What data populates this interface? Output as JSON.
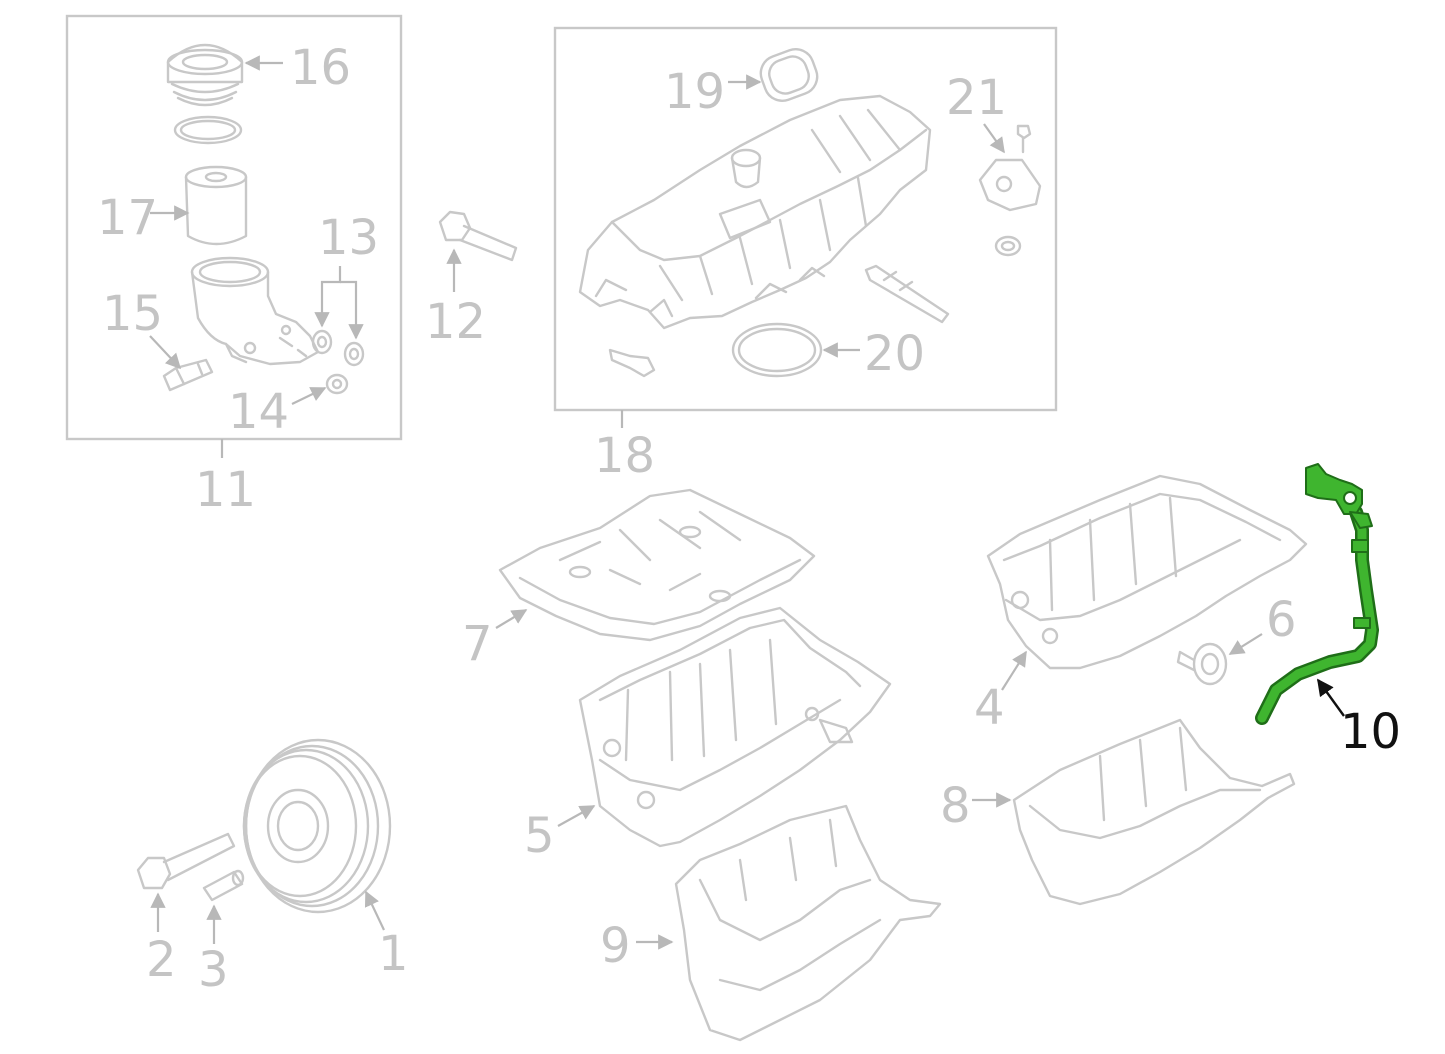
{
  "diagram": {
    "highlight_color": "#3fb52f",
    "highlight_label_color": "#111111",
    "muted_color": "#c4c4c4",
    "callouts": {
      "p1": "1",
      "p2": "2",
      "p3": "3",
      "p4": "4",
      "p5": "5",
      "p6": "6",
      "p7": "7",
      "p8": "8",
      "p9": "9",
      "p10": "10",
      "p11": "11",
      "p12": "12",
      "p13": "13",
      "p14": "14",
      "p15": "15",
      "p16": "16",
      "p17": "17",
      "p18": "18",
      "p19": "19",
      "p20": "20",
      "p21": "21"
    },
    "highlighted_part": "10"
  }
}
